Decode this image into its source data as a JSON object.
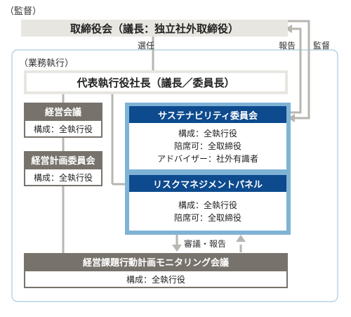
{
  "supervision": {
    "section_label": "（監督）",
    "board": "取締役会（議長：独立社外取締役）",
    "elect_label": "選任",
    "report_label": "報告",
    "supervise_label": "監督"
  },
  "execution": {
    "section_label": "（業務執行）",
    "president": "代表執行役社長（議長／委員長）",
    "mgmt_meeting": {
      "title": "経営会議",
      "composition": "構成：全執行役"
    },
    "mgmt_plan_committee": {
      "title": "経営計画委員会",
      "composition": "構成：全執行役"
    },
    "sustainability": {
      "title": "サステナビリティ委員会",
      "lines": [
        "構成：全執行役",
        "陪席可：全取締役",
        "アドバイザー：社外有識者"
      ]
    },
    "risk_panel": {
      "title": "リスクマネジメントパネル",
      "lines": [
        "構成：全執行役",
        "陪席可：全取締役"
      ]
    },
    "deliberation_label": "審議・報告",
    "monitoring": {
      "title": "経営課題行動計画モニタリング会議",
      "composition": "構成：全執行役"
    }
  },
  "colors": {
    "gray": "#77736c",
    "light_gray": "#e8e6e1",
    "blue": "#0d4a8e",
    "blue_frame": "#7fb3d6",
    "connector": "#b9b6b0"
  }
}
